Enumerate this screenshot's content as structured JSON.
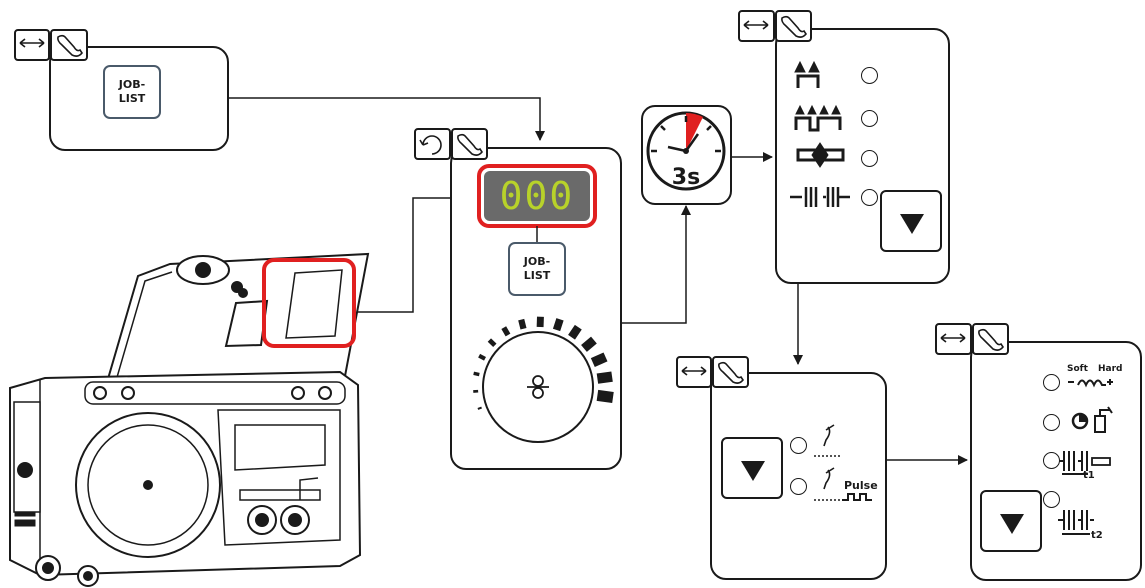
{
  "job_list_label": "JOB-\nLIST",
  "display": {
    "value": "000",
    "color": "#b8d22a",
    "bg": "#6a6a6a",
    "highlight": "#e02020"
  },
  "timer": {
    "label": "3s"
  },
  "panel_mode_b": {
    "pulse_label": "Pulse"
  },
  "panel_options": {
    "soft_label": "Soft",
    "hard_label": "Hard",
    "t1_label": "t1",
    "t2_label": "t2"
  },
  "icons": {
    "toggle": "swap-arrows-icon",
    "touch": "hand-touch-icon",
    "rotate": "rotate-icon",
    "knob": "rotary-knob-icon",
    "down": "down-triangle-icon"
  },
  "colors": {
    "stroke": "#1a1a1a",
    "button_border": "#4a5a6a",
    "red": "#e02020"
  }
}
